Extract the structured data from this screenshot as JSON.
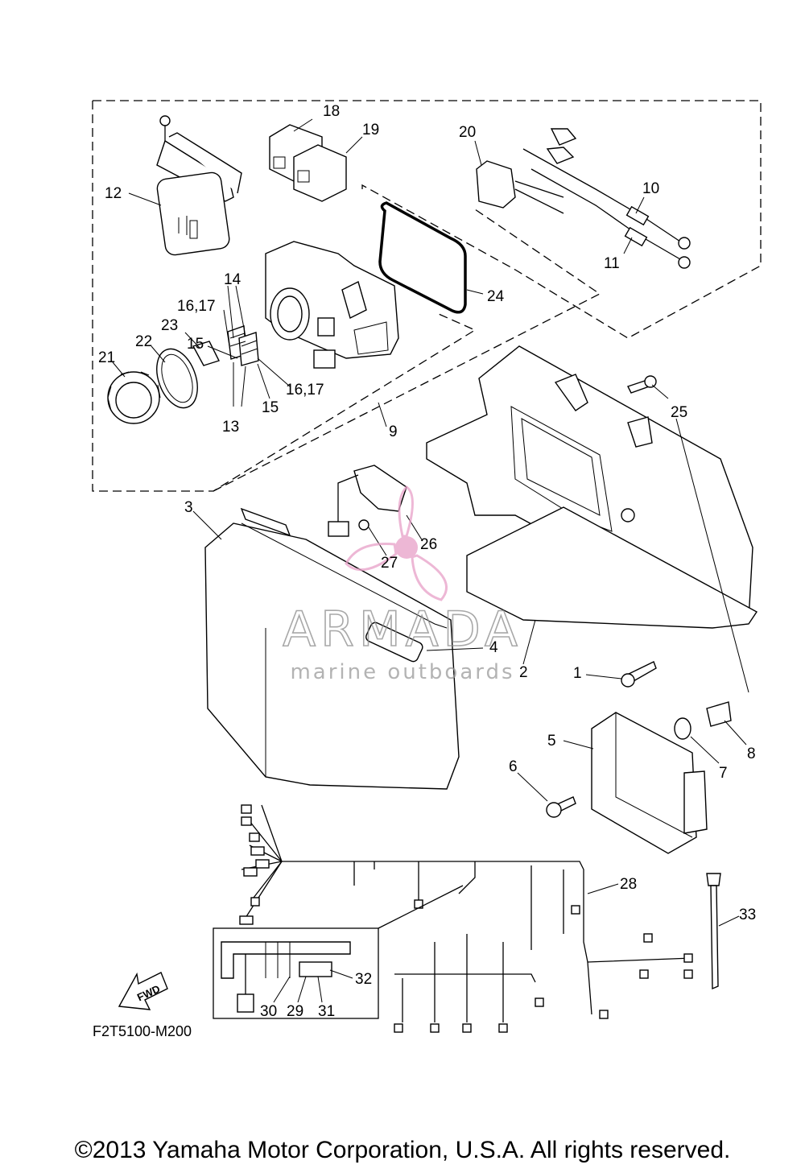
{
  "diagram": {
    "figure_code": "F2T5100-M200",
    "fwd_label": "FWD",
    "watermark": {
      "brand": "ARMADA",
      "tagline": "marine outboards",
      "logo_color": "#e8a0c8",
      "text_color": "#8c8c8c"
    },
    "part_numbers": {
      "p1": "1",
      "p2": "2",
      "p3": "3",
      "p4": "4",
      "p5": "5",
      "p6": "6",
      "p7": "7",
      "p8": "8",
      "p9": "9",
      "p10": "10",
      "p11": "11",
      "p12": "12",
      "p13": "13",
      "p14": "14",
      "p15a": "15",
      "p15b": "15",
      "p16_17a": "16,17",
      "p16_17b": "16,17",
      "p18": "18",
      "p19": "19",
      "p20": "20",
      "p21": "21",
      "p22": "22",
      "p23": "23",
      "p24": "24",
      "p25": "25",
      "p26": "26",
      "p27": "27",
      "p28": "28",
      "p29": "29",
      "p30": "30",
      "p31": "31",
      "p32": "32",
      "p33": "33"
    }
  },
  "footer": {
    "copyright": "©2013 Yamaha Motor Corporation, U.S.A. All rights reserved."
  }
}
